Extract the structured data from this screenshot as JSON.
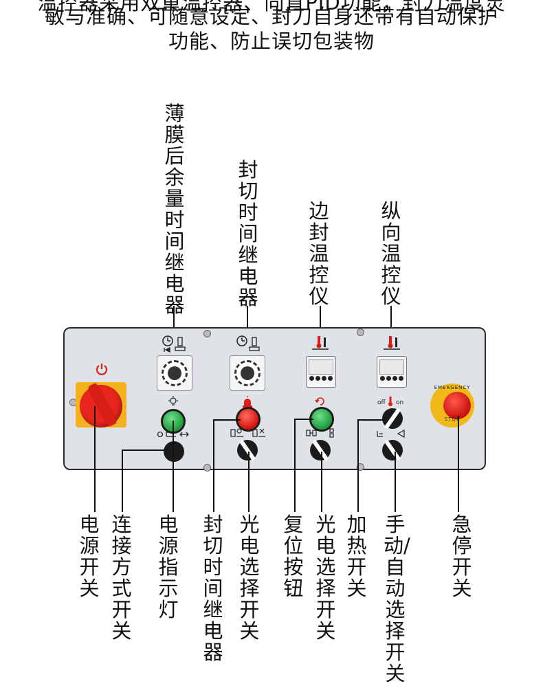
{
  "intro": {
    "line1": "温控器采用双重温控器、同直PID功能，封刀温度灵",
    "line2": "敏与准确、可随意设定、封刀自身还带有自动保护",
    "line3": "功能、防止误切包装物"
  },
  "top_labels": {
    "film_timer": "薄膜后余量时间继电器",
    "seal_timer": "封切时间继电器",
    "edge_temp": "边封温控仪",
    "long_temp": "纵向温控仪"
  },
  "bottom_labels": {
    "power_switch": "电源开关",
    "connect_switch": "连接方式开关",
    "power_lamp": "电源指示灯",
    "seal_relay": "封切时间继电器",
    "photo_switch_1": "光电选择开关",
    "reset_button": "复位按钮",
    "photo_switch_2": "光电选择开关",
    "heat_switch": "加热开关",
    "manual_auto": "手动/自动选择开关",
    "estop": "急停开关"
  },
  "panel": {
    "heat_off": "off",
    "heat_on": "on",
    "estop_top": "EMERGENCY",
    "estop_bottom": "STOP"
  },
  "colors": {
    "isolator_red": "#e8251c",
    "isolator_yellow": "#f3b21d",
    "lamp_green": "#1b9a3b",
    "lamp_red": "#d4130b",
    "panel_grey": "#dfe2e6"
  }
}
